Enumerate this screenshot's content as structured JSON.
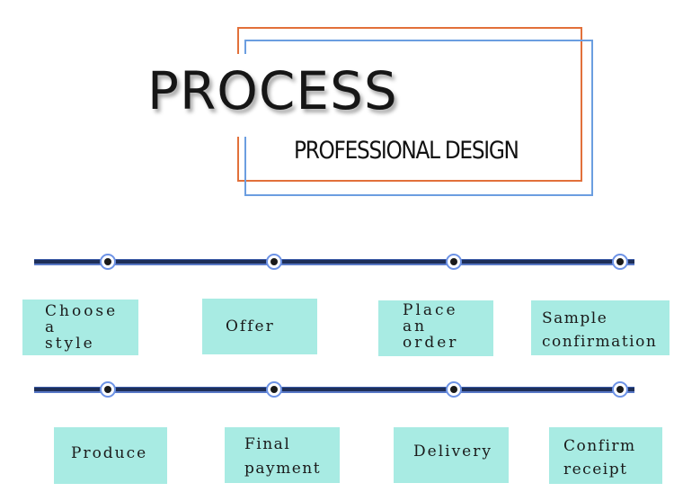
{
  "header": {
    "title": "PROCESS",
    "subtitle": "PROFESSIONAL DESIGN",
    "colors": {
      "frame_outer": "#e2703a",
      "frame_inner": "#6b9ee0",
      "box_fill": "#a8ebe3",
      "line": "#1e2f58"
    }
  },
  "steps": [
    {
      "label": "Choose\na\nstyle"
    },
    {
      "label": "Offer"
    },
    {
      "label": "Place\nan\norder"
    },
    {
      "label": "Sample\nconfirmation"
    },
    {
      "label": "Produce"
    },
    {
      "label": "Final\npayment"
    },
    {
      "label": "Delivery"
    },
    {
      "label": "Confirm\nreceipt"
    }
  ]
}
